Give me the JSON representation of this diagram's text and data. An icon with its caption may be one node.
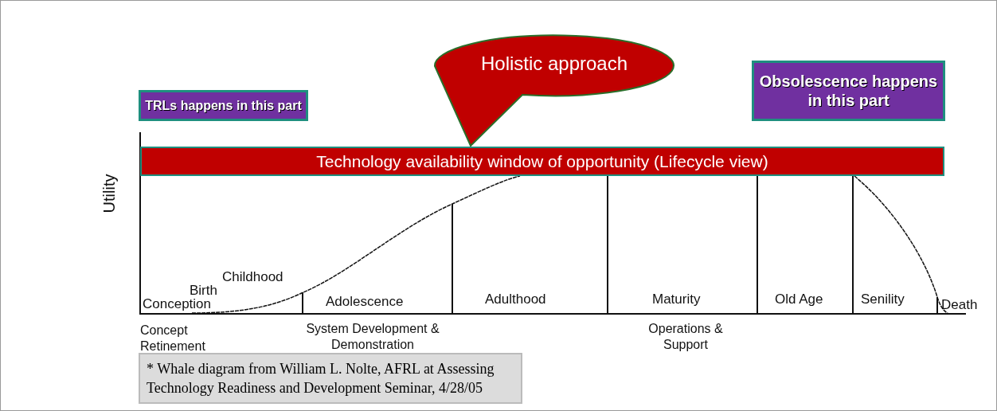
{
  "diagram": {
    "caption": "* Whale diagram from William L. Nolte, AFRL at Assessing Technology Readiness and Development Seminar, 4/28/05",
    "nodes": [
      {
        "text": [
          "Holistic approach"
        ]
      },
      {
        "text": [
          "TRLs happens in this part"
        ]
      },
      {
        "text": [
          "Obsolescence happens in this part"
        ]
      },
      {
        "text": [
          "Technology availability window of opportunity (Lifecycle view)"
        ]
      }
    ],
    "labels": [
      "Utility",
      "Childhood",
      "Birth",
      "Conception",
      "Adolescence",
      "Adulthood",
      "Maturity",
      "Old Age",
      "Senility",
      "Death",
      "Concept Retinement",
      "System Development & Demonstration",
      "Operations & Support"
    ]
  }
}
